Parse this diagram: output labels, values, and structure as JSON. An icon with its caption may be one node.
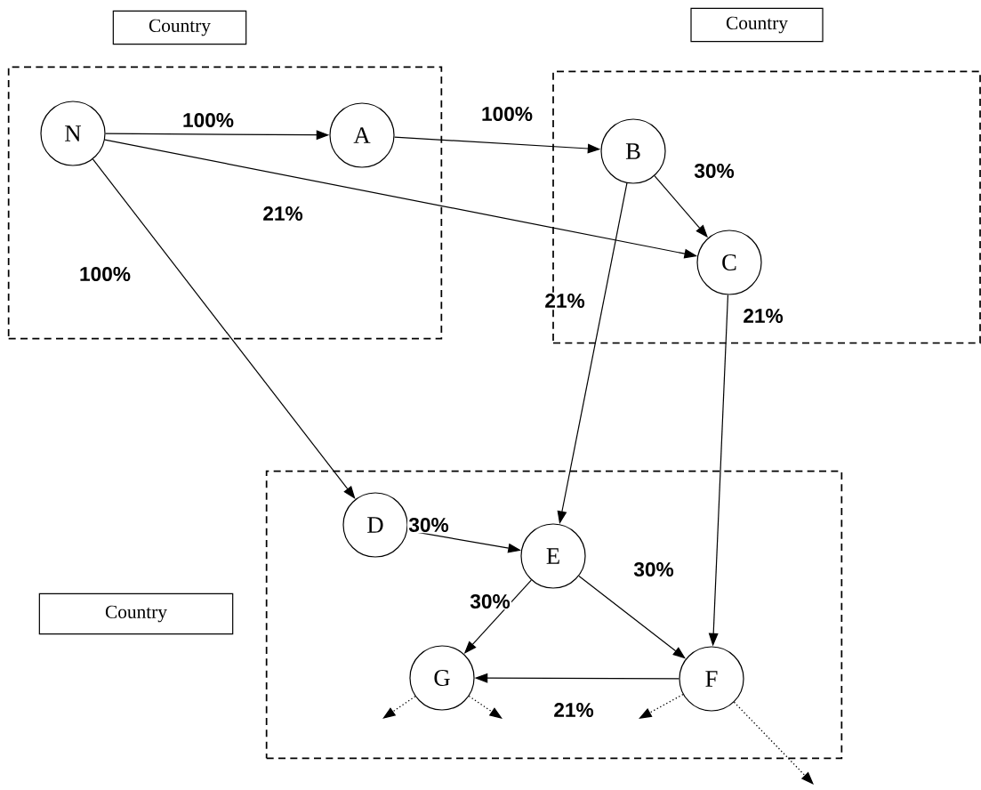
{
  "diagram": {
    "nodes": [
      {
        "text": [
          "Country"
        ]
      },
      {
        "text": [
          "Country"
        ]
      },
      {
        "text": [],
        "shape": "box"
      },
      {
        "text": [
          "N"
        ],
        "in": 2
      },
      {
        "text": [
          "A"
        ],
        "in": 2
      },
      {
        "text": [],
        "shape": "box"
      },
      {
        "text": [
          "B"
        ],
        "in": 5
      },
      {
        "text": [
          "C"
        ],
        "in": 5
      },
      {
        "text": [
          "Country"
        ]
      },
      {
        "text": [],
        "shape": "box"
      },
      {
        "text": [
          "D"
        ],
        "in": 9
      },
      {
        "text": [
          "E"
        ],
        "in": 9
      },
      {
        "text": [
          "G"
        ],
        "in": 9
      },
      {
        "text": [
          "F"
        ],
        "in": 9
      }
    ],
    "edges": [
      {
        "from": 3,
        "to": 4,
        "arrow": "to",
        "label": "100%"
      },
      {
        "from": 4,
        "to": 6,
        "arrow": "to",
        "label": "100%"
      },
      {
        "from": 3,
        "to": 7,
        "arrow": "to",
        "label": "21%"
      },
      {
        "from": 6,
        "to": 7,
        "arrow": "to",
        "label": "30%"
      },
      {
        "from": 6,
        "to": 11,
        "arrow": "to",
        "label": "21%"
      },
      {
        "from": 7,
        "to": 13,
        "arrow": "to",
        "label": "21%"
      },
      {
        "from": 3,
        "to": 10,
        "arrow": "to",
        "label": "100%"
      },
      {
        "from": 10,
        "to": 11,
        "arrow": "to",
        "label": "30%"
      },
      {
        "from": 11,
        "to": 13,
        "arrow": "to",
        "label": "30%"
      },
      {
        "from": 11,
        "to": 12,
        "arrow": "to",
        "label": "30%"
      },
      {
        "from": 13,
        "to": 12,
        "arrow": "to",
        "label": "21%"
      },
      {
        "from": 12,
        "to": null,
        "arrow": "to",
        "style": "dashed"
      },
      {
        "from": 12,
        "to": null,
        "arrow": "to",
        "style": "dashed"
      },
      {
        "from": 13,
        "to": null,
        "arrow": "to",
        "style": "dashed"
      },
      {
        "from": 13,
        "to": null,
        "arrow": "to",
        "style": "dashed"
      }
    ]
  }
}
